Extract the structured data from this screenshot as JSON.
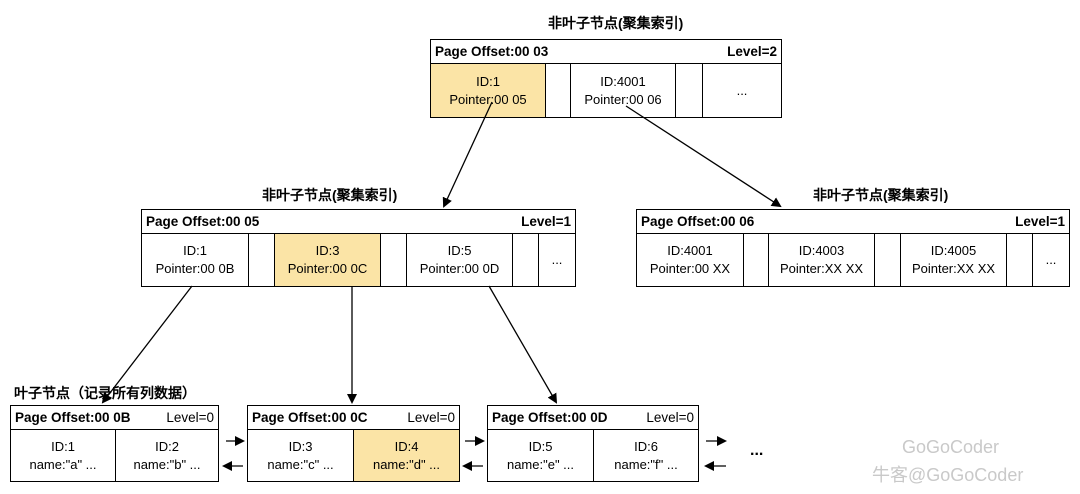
{
  "titles": {
    "root": "非叶子节点(聚集索引)",
    "mid_left": "非叶子节点(聚集索引)",
    "mid_right": "非叶子节点(聚集索引)",
    "leaf": "叶子节点（记录所有列数据）"
  },
  "root": {
    "offset": "Page Offset:00  03",
    "level": "Level=2",
    "cells": [
      {
        "l1": "ID:1",
        "l2": "Pointer:00 05"
      },
      {
        "l1": "ID:4001",
        "l2": "Pointer:00 06"
      },
      {
        "l1": "...",
        "l2": ""
      }
    ]
  },
  "mid_left": {
    "offset": "Page Offset:00  05",
    "level": "Level=1",
    "cells": [
      {
        "l1": "ID:1",
        "l2": "Pointer:00 0B"
      },
      {
        "l1": "ID:3",
        "l2": "Pointer:00 0C"
      },
      {
        "l1": "ID:5",
        "l2": "Pointer:00 0D"
      },
      {
        "l1": "...",
        "l2": ""
      }
    ]
  },
  "mid_right": {
    "offset": "Page Offset:00  06",
    "level": "Level=1",
    "cells": [
      {
        "l1": "ID:4001",
        "l2": "Pointer:00 XX"
      },
      {
        "l1": "ID:4003",
        "l2": "Pointer:XX XX"
      },
      {
        "l1": "ID:4005",
        "l2": "Pointer:XX XX"
      },
      {
        "l1": "...",
        "l2": ""
      }
    ]
  },
  "leaves": [
    {
      "offset": "Page Offset:00 0B",
      "level": "Level=0",
      "cells": [
        {
          "l1": "ID:1",
          "l2": "name:\"a\" ..."
        },
        {
          "l1": "ID:2",
          "l2": "name:\"b\" ..."
        }
      ]
    },
    {
      "offset": "Page Offset:00 0C",
      "level": "Level=0",
      "cells": [
        {
          "l1": "ID:3",
          "l2": "name:\"c\" ..."
        },
        {
          "l1": "ID:4",
          "l2": "name:\"d\" ..."
        }
      ]
    },
    {
      "offset": "Page Offset:00 0D",
      "level": "Level=0",
      "cells": [
        {
          "l1": "ID:5",
          "l2": "name:\"e\" ..."
        },
        {
          "l1": "ID:6",
          "l2": "name:\"f\" ..."
        }
      ]
    }
  ],
  "trailing_ellipsis": "...",
  "watermark": {
    "line1": "GoGoCoder",
    "line2": "牛客@GoGoCoder"
  },
  "colors": {
    "highlight": "#fbe4a6",
    "line": "#000000"
  }
}
